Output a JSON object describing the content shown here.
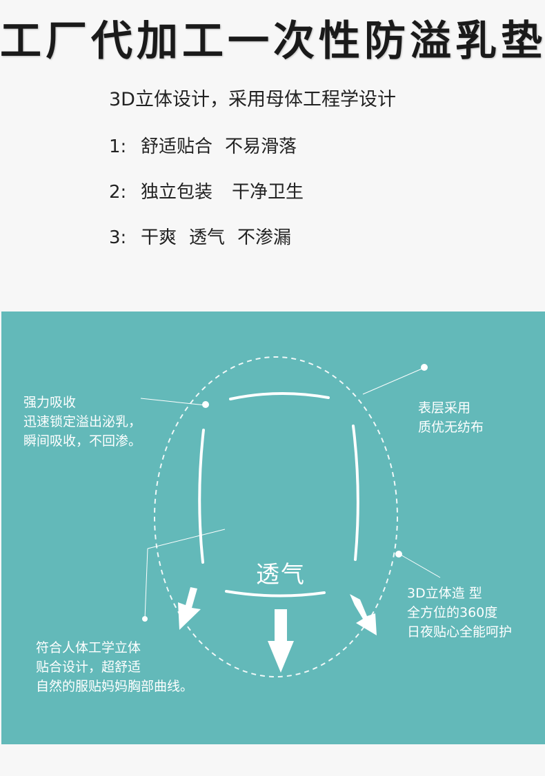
{
  "header": {
    "title": "工厂代加工一次性防溢乳垫",
    "subtitle": "3D立体设计，采用母体工程学设计"
  },
  "features": [
    {
      "num": "1:",
      "a": "舒适贴合",
      "b": "不易滑落"
    },
    {
      "num": "2:",
      "a": "独立包装",
      "b": "干净卫生"
    },
    {
      "num": "3:",
      "a": "干爽",
      "b": "透气",
      "c": "不渗漏"
    }
  ],
  "diagram": {
    "center_label": "透气",
    "callouts": {
      "absorb": [
        "强力吸收",
        "迅速锁定溢出泌乳，",
        "瞬间吸收，不回渗。"
      ],
      "surface": [
        "表层采用",
        "质优无纺布"
      ],
      "shape3d": [
        "3D立体造 型",
        "全方位的360度",
        "日夜贴心全能呵护"
      ],
      "fit": [
        "符合人体工学立体",
        "贴合设计，超舒适",
        "自然的服贴妈妈胸部曲线。"
      ]
    },
    "colors": {
      "panel": "#63b9b9",
      "lines": "#ffffff"
    }
  }
}
